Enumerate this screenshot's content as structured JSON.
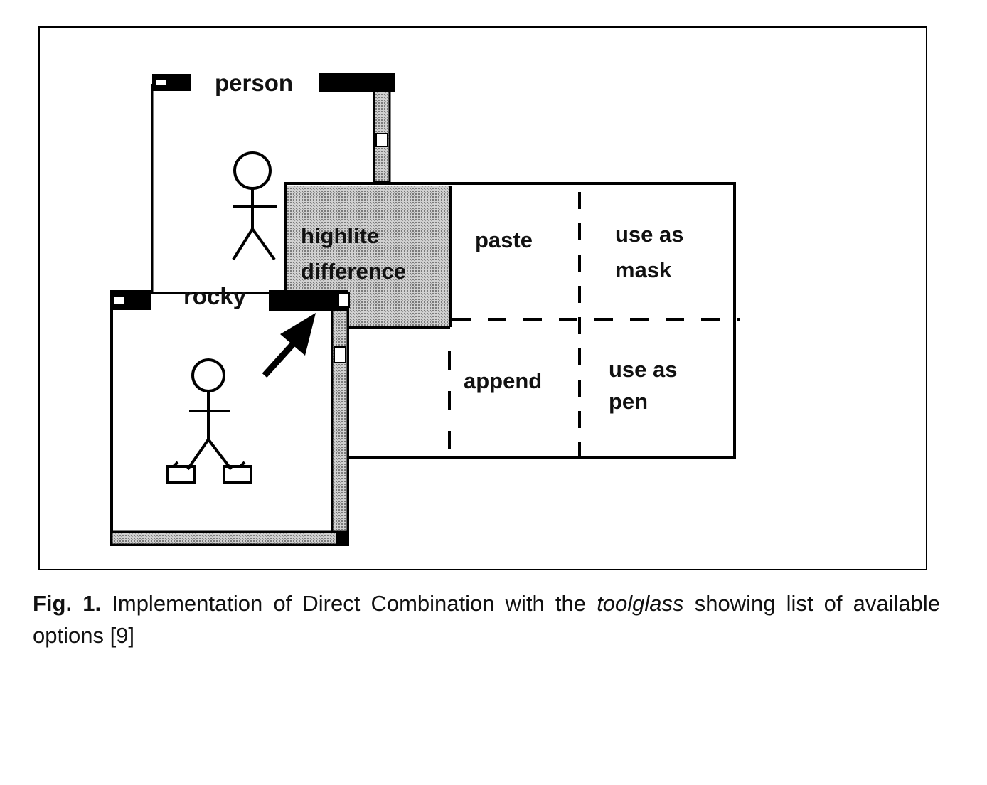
{
  "figure": {
    "windows": {
      "person": {
        "title": "person"
      },
      "rocky": {
        "title": "rocky"
      }
    },
    "toolglass": {
      "cells": {
        "highlight_difference": [
          "highlite",
          "difference"
        ],
        "paste": [
          "paste"
        ],
        "use_as_mask": [
          "use as",
          "mask"
        ],
        "append": [
          "append"
        ],
        "use_as_pen": [
          "use as",
          "pen"
        ]
      },
      "highlight_fill": "#b5b5b5"
    },
    "icons": [
      "stick-figure-icon",
      "stick-figure-with-shoes-icon",
      "cursor-arrow-icon"
    ]
  },
  "caption": {
    "label": "Fig. 1.",
    "text_before": " Implementation of Direct Combination with the ",
    "emphasis": "toolglass",
    "text_after": " showing list of available options [9]"
  }
}
